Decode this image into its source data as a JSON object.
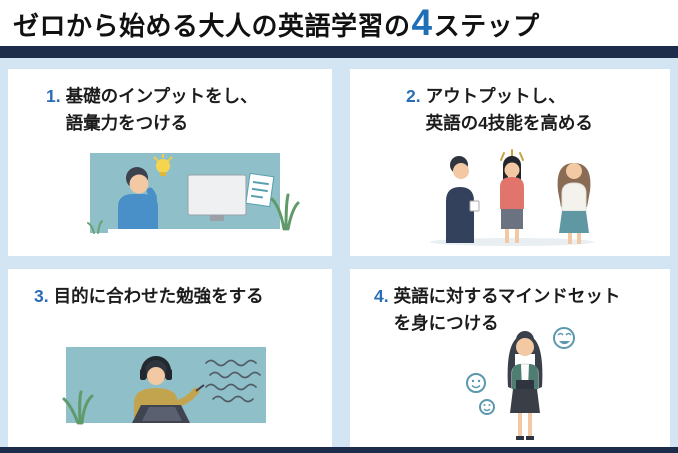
{
  "header": {
    "title_prefix": "ゼロから始める大人の英語学習の",
    "title_number": "4",
    "title_suffix": "ステップ"
  },
  "steps": [
    {
      "number": "1.",
      "line1": "基礎のインプットをし、",
      "line2": "語彙力をつける",
      "illustration": "person-studying-at-computer-with-lightbulb"
    },
    {
      "number": "2.",
      "line1": "アウトプットし、",
      "line2": "英語の4技能を高める",
      "illustration": "three-people-conversing"
    },
    {
      "number": "3.",
      "line1": "目的に合わせた勉強をする",
      "line2": "",
      "illustration": "person-with-headphones-writing"
    },
    {
      "number": "4.",
      "line1": "英語に対するマインドセット",
      "line2": "を身につける",
      "illustration": "woman-with-emotion-icons"
    }
  ],
  "colors": {
    "accent_blue": "#1d6fb8",
    "step_number_blue": "#2a6db5",
    "navy_bar": "#1c2c4a",
    "background_blue": "#d3e5f2",
    "card_white": "#ffffff",
    "illustration_teal": "#8fc0ca"
  }
}
